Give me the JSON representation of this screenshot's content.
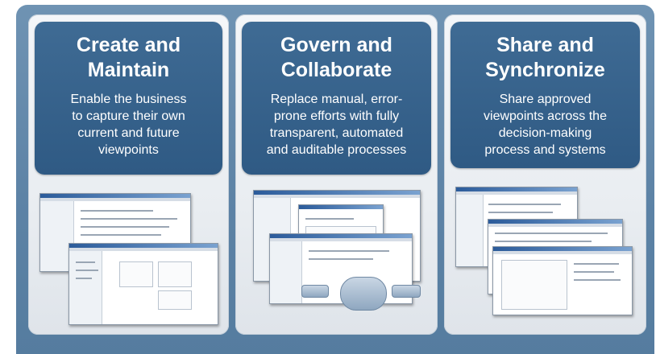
{
  "panels": [
    {
      "title_lines": [
        "Create and",
        "Maintain"
      ],
      "desc_lines": [
        "Enable the business",
        "to capture their own",
        "current and future",
        "viewpoints"
      ]
    },
    {
      "title_lines": [
        "Govern and",
        "Collaborate"
      ],
      "desc_lines": [
        "Replace manual, error-",
        "prone efforts with fully",
        "transparent, automated",
        "and auditable processes"
      ]
    },
    {
      "title_lines": [
        "Share and",
        "Synchronize"
      ],
      "desc_lines": [
        "Share approved",
        "viewpoints across the",
        "decision-making",
        "process and systems"
      ]
    }
  ],
  "colors": {
    "frame": "#5d83a6",
    "card": "#2f5a84",
    "panel": "#eceff3"
  }
}
